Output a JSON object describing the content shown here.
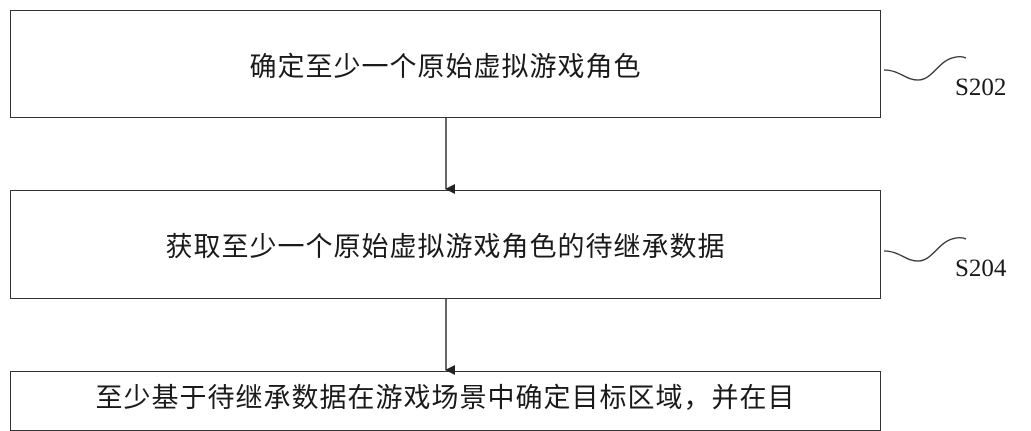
{
  "steps": [
    {
      "id": "S202",
      "text": "确定至少一个原始虚拟游戏角色"
    },
    {
      "id": "S204",
      "text": "获取至少一个原始虚拟游戏角色的待继承数据"
    },
    {
      "id": "",
      "text": "至少基于待继承数据在游戏场景中确定目标区域，并在目"
    }
  ],
  "colors": {
    "stroke": "#333333",
    "text": "#1a1a1a",
    "background": "#ffffff"
  }
}
